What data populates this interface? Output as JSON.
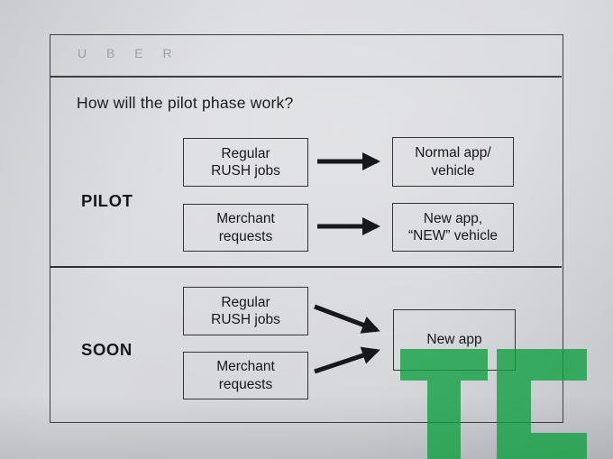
{
  "colors": {
    "paper": "#d5d6db",
    "ink": "#1d1e22",
    "box_border": "#32343a",
    "brand_gray": "#9ba0a6",
    "arrow_black": "#17181b",
    "watermark_green": "#0da03f"
  },
  "slide": {
    "brand": "U B E R",
    "title": "How will the pilot phase work?",
    "pilot": {
      "label": "PILOT",
      "source_boxes": [
        [
          "Regular",
          "RUSH jobs"
        ],
        [
          "Merchant",
          "requests"
        ]
      ],
      "target_boxes": [
        [
          "Normal app/",
          "vehicle"
        ],
        [
          "New app,",
          "“NEW” vehicle"
        ]
      ]
    },
    "soon": {
      "label": "SOON",
      "source_boxes": [
        [
          "Regular",
          "RUSH jobs"
        ],
        [
          "Merchant",
          "requests"
        ]
      ],
      "target_box": [
        "New app"
      ]
    }
  },
  "watermark": {
    "text": "TC",
    "color": "#0da03f"
  }
}
